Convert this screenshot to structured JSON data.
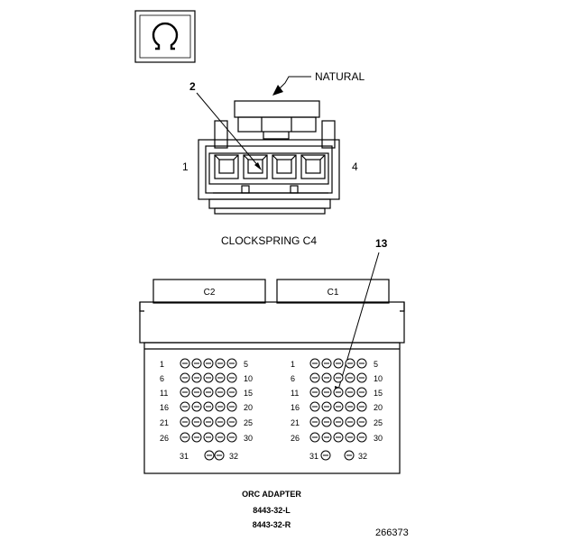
{
  "clockspring": {
    "color_label": "NATURAL",
    "callout_pin": "2",
    "pin_left": "1",
    "pin_right": "4",
    "title": "CLOCKSPRING C4"
  },
  "adapter": {
    "callout_pin": "13",
    "connector_c2_label": "C2",
    "connector_c1_label": "C1",
    "row_labels_left": [
      "1",
      "6",
      "11",
      "16",
      "21",
      "26"
    ],
    "row_labels_right": [
      "5",
      "10",
      "15",
      "20",
      "25",
      "30"
    ],
    "extra_left": "31",
    "extra_right": "32",
    "caption_title": "ORC ADAPTER",
    "caption_part_left": "8443-32-L",
    "caption_part_right": "8443-32-R"
  },
  "figure_number": "266373"
}
